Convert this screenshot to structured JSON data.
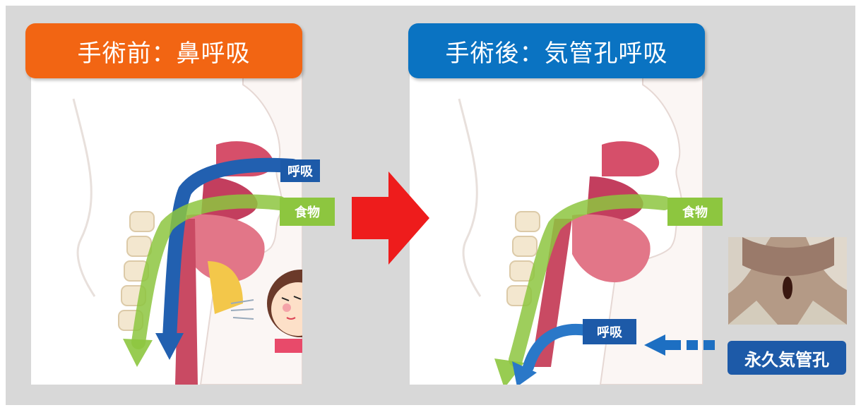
{
  "titles": {
    "before": "手術前：鼻呼吸",
    "after": "手術後：気管孔呼吸"
  },
  "labels": {
    "before_breathing": "呼吸",
    "before_food": "食物",
    "after_food": "食物",
    "after_breathing": "呼吸",
    "stoma": "永久気管孔"
  },
  "colors": {
    "background": "#d8d8d8",
    "before_title": "#f26513",
    "after_title": "#0a73c2",
    "breathing": "#1d5aa8",
    "food": "#8dc63f",
    "transition_arrow": "#ee1c1c"
  }
}
